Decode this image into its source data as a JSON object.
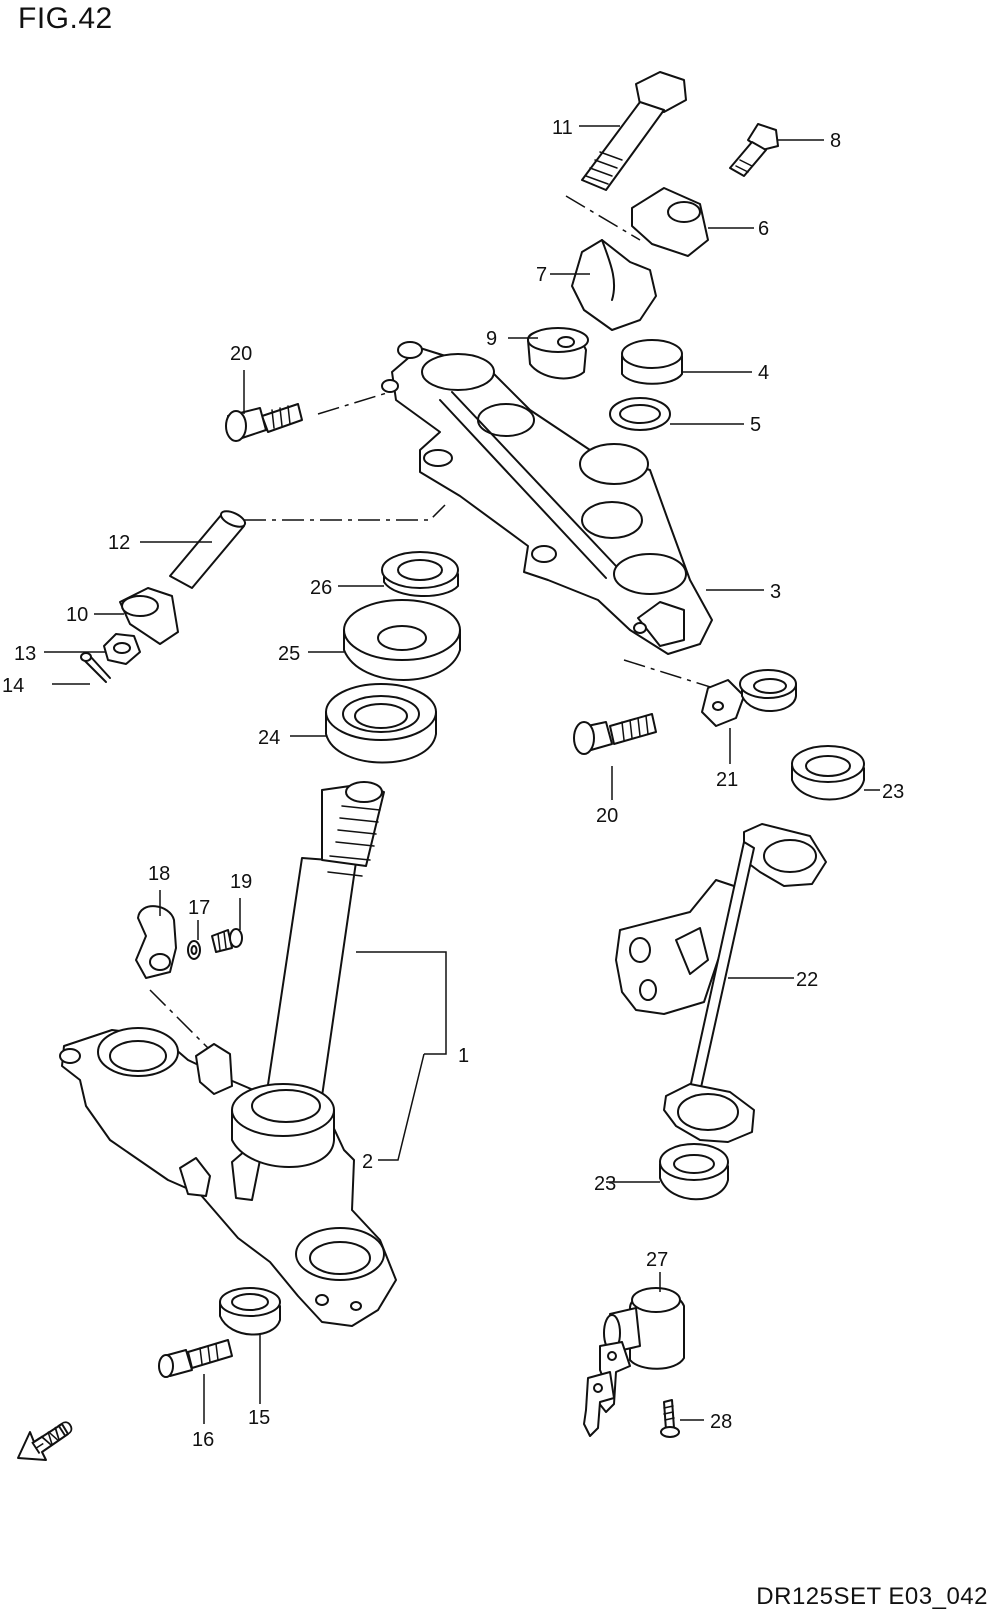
{
  "figure": {
    "title": "FIG.42",
    "code": "DR125SET E03_042"
  },
  "arrow": {
    "label": "FWD"
  },
  "callouts": {
    "p1": "1",
    "p2": "2",
    "p3": "3",
    "p4": "4",
    "p5": "5",
    "p6": "6",
    "p7": "7",
    "p8": "8",
    "p9": "9",
    "p10": "10",
    "p11": "11",
    "p12": "12",
    "p13": "13",
    "p14": "14",
    "p15": "15",
    "p16": "16",
    "p17": "17",
    "p18": "18",
    "p19": "19",
    "p20a": "20",
    "p20b": "20",
    "p21": "21",
    "p22": "22",
    "p23a": "23",
    "p23b": "23",
    "p24": "24",
    "p25": "25",
    "p26": "26",
    "p27": "27",
    "p28": "28"
  }
}
